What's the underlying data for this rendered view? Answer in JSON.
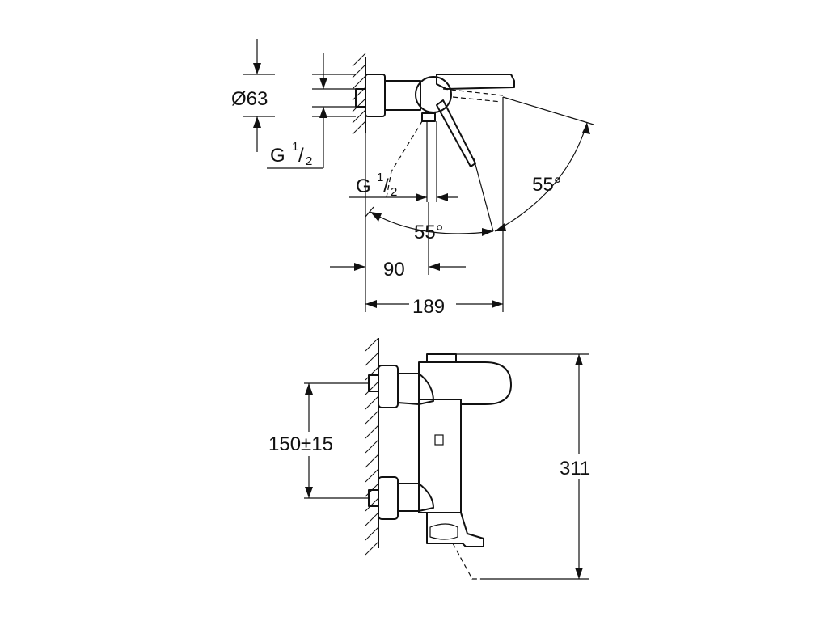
{
  "dimensions": {
    "diameter": "Ø63",
    "thread_upper_main": "G",
    "thread_upper_num": "1",
    "thread_upper_den": "/",
    "thread_upper_den2": "2",
    "thread_lower_main": "G",
    "thread_lower_num": "1",
    "thread_lower_den": "/",
    "thread_lower_den2": "2",
    "angle_right": "55°",
    "angle_bottom": "55°",
    "depth_90": "90",
    "depth_189": "189",
    "spacing": "150±15",
    "height": "311"
  },
  "colors": {
    "line": "#111111",
    "background": "#ffffff"
  }
}
